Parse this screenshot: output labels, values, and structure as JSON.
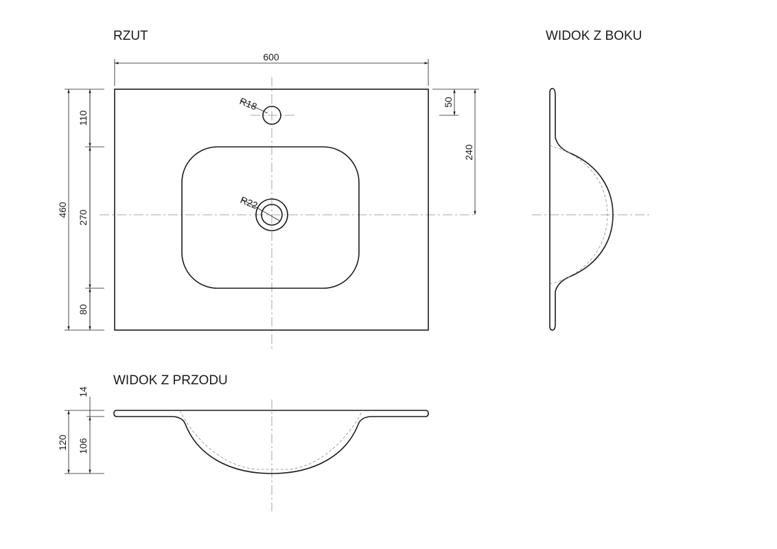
{
  "views": {
    "plan_title": "RZUT",
    "side_title": "WIDOK Z BOKU",
    "front_title": "WIDOK Z PRZODU"
  },
  "dimensions": {
    "width_total": "600",
    "depth_total": "460",
    "front_margin_to_tap": "110",
    "bowl_depth_plan": "270",
    "back_margin": "80",
    "tap_hole_offset": "50",
    "drain_offset": "240",
    "tap_hole_radius": "R18",
    "drain_radius": "R22",
    "slab_thickness": "14",
    "total_height": "120",
    "bowl_height": "106"
  },
  "colors": {
    "line": "#1a1a1a",
    "centerline": "#8a8a8a"
  }
}
